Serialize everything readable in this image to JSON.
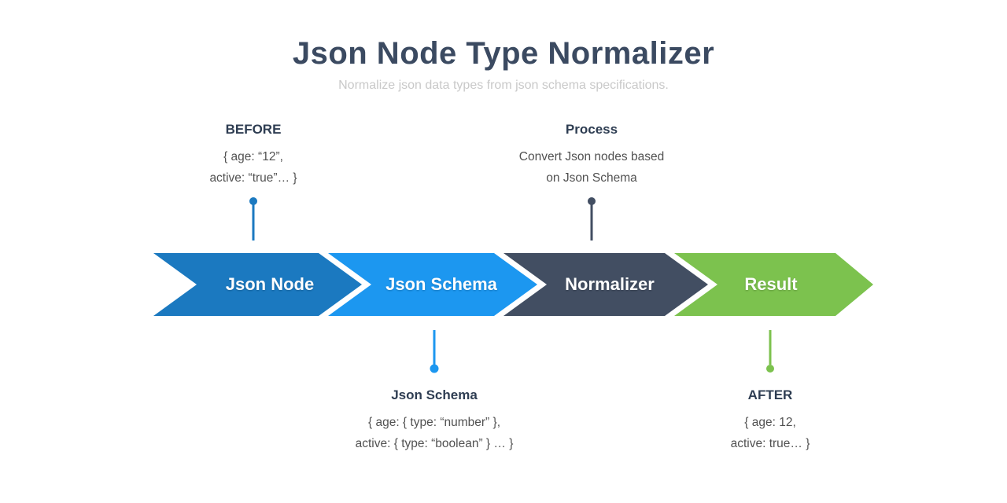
{
  "header": {
    "title": "Json Node Type Normalizer",
    "subtitle": "Normalize json data types from json schema specifications."
  },
  "annotations": {
    "before": {
      "title": "BEFORE",
      "line1": "{ age: “12”,",
      "line2": "active: “true”… }"
    },
    "process": {
      "title": "Process",
      "line1": "Convert Json nodes based",
      "line2": "on Json Schema"
    },
    "schema": {
      "title": "Json Schema",
      "line1": "{ age: { type: “number” },",
      "line2": "active: { type: “boolean” } … }"
    },
    "after": {
      "title": "AFTER",
      "line1": "{ age: 12,",
      "line2": "active: true… }"
    }
  },
  "steps": [
    {
      "label": "Json Node",
      "color": "#1b79c0"
    },
    {
      "label": "Json Schema",
      "color": "#1c97f0"
    },
    {
      "label": "Normalizer",
      "color": "#424e62"
    },
    {
      "label": "Result",
      "color": "#7cc24e"
    }
  ],
  "colors": {
    "title_text": "#3b4a61",
    "subtitle_text": "#c9c9c9",
    "annotation_heading": "#2e3d52",
    "annotation_body": "#515151",
    "arrow_label_text": "#ffffff",
    "background": "#ffffff"
  }
}
